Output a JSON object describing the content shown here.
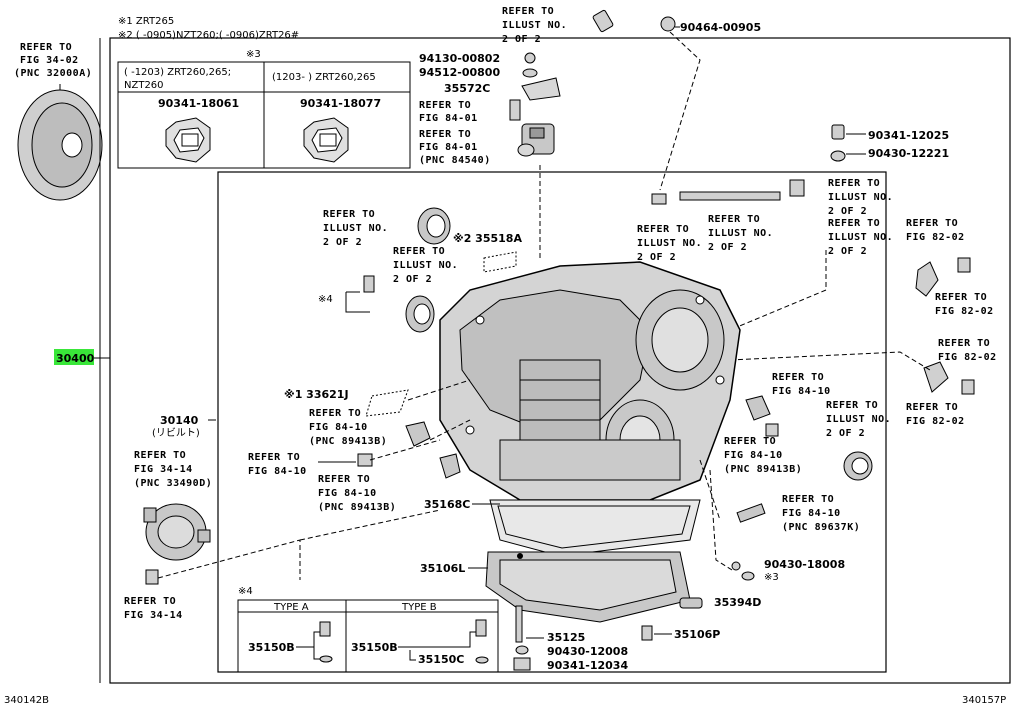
{
  "notes": {
    "n1": "※1 ZRT265",
    "n2": "※2 (     -0905)NZT260;(     -0906)ZRT26#",
    "n3": "※3",
    "n4": "※4"
  },
  "footer": {
    "left": "340142B",
    "right": "340157P"
  },
  "note3_box": {
    "col1_header": "(     -1203) ZRT260,265;",
    "col1_header2": "NZT260",
    "col2_header": "(1203-     ) ZRT260,265",
    "col1_part": "90341-18061",
    "col2_part": "90341-18077"
  },
  "type_box": {
    "type_a": "TYPE A",
    "type_b": "TYPE B",
    "a_part": "35150B",
    "b_part1": "35150B",
    "b_part2": "35150C"
  },
  "labels": {
    "ref_32000": [
      "REFER TO",
      "FIG 34-02",
      "(PNC 32000A)"
    ],
    "ref_top_illust": [
      "REFER TO",
      "ILLUST NO.",
      "2 OF 2"
    ],
    "p90464": "90464-00905",
    "p94130": "94130-00802",
    "p94512": "94512-00800",
    "p35572": "35572C",
    "ref_84_01a": [
      "REFER TO",
      "FIG 84-01"
    ],
    "ref_84_01b": [
      "REFER TO",
      "FIG 84-01",
      "(PNC 84540)"
    ],
    "p90341_12025": "90341-12025",
    "p90430_12221": "90430-12221",
    "ref_illust_seal": [
      "REFER TO",
      "ILLUST NO.",
      "2 OF 2"
    ],
    "ref_illust_seal2": [
      "REFER TO",
      "ILLUST NO.",
      "2 OF 2"
    ],
    "p35518": "※2 35518A",
    "ref_illust_r1": [
      "REFER TO",
      "ILLUST NO.",
      "2 OF 2"
    ],
    "ref_illust_r2": [
      "REFER TO",
      "ILLUST NO.",
      "2 OF 2"
    ],
    "ref_illust_r3": [
      "REFER TO",
      "ILLUST NO.",
      "2 OF 2"
    ],
    "ref_illust_r4": [
      "REFER TO",
      "ILLUST NO.",
      "2 OF 2"
    ],
    "ref_82_02a": [
      "REFER TO",
      "FIG 82-02"
    ],
    "ref_82_02b": [
      "REFER TO",
      "FIG 82-02"
    ],
    "ref_82_02c": [
      "REFER TO",
      "FIG 82-02"
    ],
    "ref_82_02d": [
      "REFER TO",
      "FIG 82-02"
    ],
    "p30400": "30400",
    "p33621": "※1 33621J",
    "p30140": "30140",
    "p30140_sub": "(リビルト)",
    "ref_84_10a": [
      "REFER TO",
      "FIG 84-10",
      "(PNC 89413B)"
    ],
    "ref_84_10b": [
      "REFER TO",
      "FIG 84-10"
    ],
    "ref_84_10c": [
      "REFER TO",
      "FIG 84-10",
      "(PNC 89413B)"
    ],
    "ref_84_10d": [
      "REFER TO",
      "FIG 84-10"
    ],
    "ref_84_10e": [
      "REFER TO",
      "FIG 84-10",
      "(PNC 89413B)"
    ],
    "ref_84_10f": [
      "REFER TO",
      "FIG 84-10",
      "(PNC 89637K)"
    ],
    "ref_34_14a": [
      "REFER TO",
      "FIG 34-14",
      "(PNC 33490D)"
    ],
    "ref_34_14b": [
      "REFER TO",
      "FIG 34-14"
    ],
    "p35168": "35168C",
    "p35106L": "35106L",
    "p90430_18008": "90430-18008",
    "star3": "※3",
    "p35394": "35394D",
    "p35125": "35125",
    "p35106P": "35106P",
    "p90430_12008": "90430-12008",
    "p90341_12034": "90341-12034"
  },
  "colors": {
    "highlight": "#39e639"
  }
}
